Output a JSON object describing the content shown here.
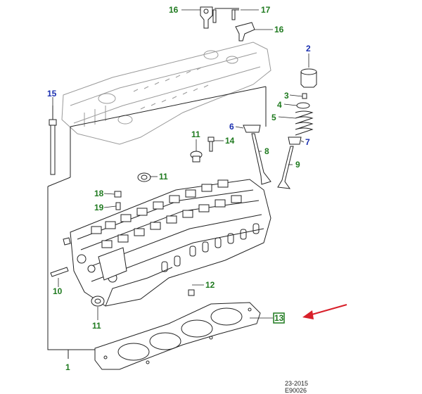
{
  "colors": {
    "label_green": "#1f7a1f",
    "label_blue": "#1a2fb0",
    "arrow_red": "#d8202a",
    "line": "#222222",
    "ghost": "#9a9a9a",
    "tag_border": "#1f7a1f"
  },
  "callouts": {
    "c1": "1",
    "c2": "2",
    "c3": "3",
    "c4": "4",
    "c5": "5",
    "c6": "6",
    "c7": "7",
    "c8": "8",
    "c9": "9",
    "c10": "10",
    "c11a": "11",
    "c11b": "11",
    "c11c": "11",
    "c12": "12",
    "c13": "13",
    "c14": "14",
    "c15": "15",
    "c16a": "16",
    "c16b": "16",
    "c17": "17",
    "c18": "18",
    "c19": "19"
  },
  "footer": {
    "date_code": "23-2015",
    "ref_code": "E90026"
  },
  "icons": [
    "red-arrow-icon"
  ]
}
